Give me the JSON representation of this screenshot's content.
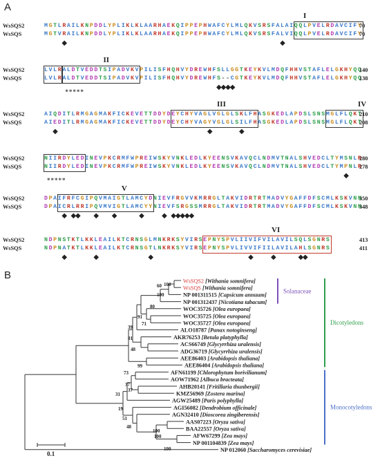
{
  "panels": {
    "a": "A",
    "b": "B"
  },
  "alignment": {
    "blocks": [
      {
        "motif_labels": [
          {
            "text": "I",
            "col": 54
          }
        ],
        "rows": [
          {
            "name": "WsSQS2",
            "seq": "MGTLRAILKNPDDLYPLIKLKLAARHAEKQIPPEPHWAFCYLMLQKVSRSFALAIQQLPVELRDAVCIFY",
            "num": "70"
          },
          {
            "name": "WsSQS",
            "seq": "MGTVRAILKNPDDLYPLIKLKLAARHAEKQIPPEPHWAFCYLMLQKVSRSFALVIQQLPVELRDAVCIFY",
            "num": "70"
          }
        ],
        "boxes": [
          {
            "start": 56,
            "end": 70
          }
        ],
        "diamonds": [
          5,
          53
        ],
        "stars": null
      },
      {
        "motif_labels": [
          {
            "text": "II",
            "col": 10
          }
        ],
        "rows": [
          {
            "name": "WsSQS2",
            "seq": "LVLRALDTVEDDTSIPADVKVPILISFHQHVYDREWHFSLLGGTKEYKVLMDQFHHVSTAFLELGKHYQQ",
            "num": "140"
          },
          {
            "name": "WsSQS",
            "seq": "LVLRALDTVEDDTSIPADVKVPILISFHQHVYDREWHFS--CGTKEYKVLMDQFHHVSTAFLELGKHYQQ",
            "num": "138"
          }
        ],
        "boxes": [
          {
            "start": 1,
            "end": 4
          },
          {
            "start": 5,
            "end": 21
          }
        ],
        "diamonds": [
          39,
          40,
          41,
          42
        ],
        "stars": {
          "col": 5,
          "text": "*****"
        }
      },
      {
        "motif_labels": [
          {
            "text": "III",
            "col": 35
          },
          {
            "text": "IV",
            "col": 66
          }
        ],
        "rows": [
          {
            "name": "WsSQS2",
            "seq": "AIQDITLRMGAGMAKFICKEVETTDDYDEYCHYVAGLVGLGLSKLFHASGKEDLAPDSLSNSMGLFLQKT",
            "num": "210"
          },
          {
            "name": "WsSQS",
            "seq": "AIEDITLRMGAGMAKFICKEVETTDDYDEYCHYVAGYVGLGLSILFHASGKEDLAPDSLSNSMGLFLQKT",
            "num": "208"
          }
        ],
        "boxes": [
          {
            "start": 29,
            "end": 47
          },
          {
            "start": 63,
            "end": 70
          }
        ],
        "diamonds": [
          3,
          37,
          44
        ],
        "stars": null
      },
      {
        "motif_labels": [],
        "rows": [
          {
            "name": "WsSQS2",
            "seq": "NIIRDYLEDINEVPKCRMFWPREIWSKYVNKLEDLKYEENSVKAVQCLNDMVTNALSHVEDCLTYMSNLR",
            "num": "280"
          },
          {
            "name": "WsSQS",
            "seq": "NIIRDYLEDINEVPKCRMFWPREIWSKYVNKLEDLKYEENSVKAVQCLNDMVTNALSHVEDCLTYMPNLR",
            "num": "278"
          }
        ],
        "boxes": [
          {
            "start": 1,
            "end": 9
          }
        ],
        "diamonds": [
          67
        ],
        "stars": {
          "col": 1,
          "text": "*****"
        }
      },
      {
        "motif_labels": [
          {
            "text": "V",
            "col": 14
          }
        ],
        "rows": [
          {
            "name": "WsSQS2",
            "seq": "DPAIFRFCGIPQVMAIGTLAMCYDNIEVFRGVVKMRRGLTAKVIDRTRTMADVYGAFFDFSCMLKSKVNN",
            "num": "350"
          },
          {
            "name": "WsSQS",
            "seq": "DPAICRLRRIPQVMVIGTLAMCYYNIEVFSRGSSMRRGLTAKVIDRTRTMADVYGAFFDFSCMLKSKVNN",
            "num": "348"
          }
        ],
        "boxes": [
          {
            "start": 4,
            "end": 24
          }
        ],
        "diamonds": [
          5,
          7,
          8,
          12,
          16,
          22,
          27,
          29,
          30,
          31,
          32,
          33
        ],
        "stars": null
      },
      {
        "motif_labels": [
          {
            "text": "VI",
            "col": 47
          }
        ],
        "rows": [
          {
            "name": "WsSQS2",
            "seq": "NDPNSTKTLKKLEAILKTCRNSGLMNKRKSYVIRSEPNYSPVLIIVIFVILAVILSQLSGNRS",
            "num": "413"
          },
          {
            "name": "WsSQS",
            "seq": "NDPNATKTLKKLEAILKTCRNSGTLNKRKSYVIRSEPNYSPVLIVVIFIILAVILAHLSGNRS",
            "num": "411"
          }
        ],
        "boxes": [
          {
            "start": 36,
            "end": 63
          }
        ],
        "diamonds": [
          5,
          12,
          24,
          46,
          51,
          57,
          58
        ],
        "stars": null
      }
    ]
  },
  "tree": {
    "scale_label": "0.1",
    "leaves": [
      {
        "acc": "WsSQS2",
        "species": "Withania somnifera",
        "highlight": true
      },
      {
        "acc": "WsSQS",
        "species": "Withania somnifera",
        "highlight": true
      },
      {
        "acc": "NP 001311515",
        "species": "Capsicum annuum",
        "highlight": false
      },
      {
        "acc": "NP 001312437",
        "species": "Nicotiana tabacum",
        "highlight": false
      },
      {
        "acc": "WOC35726",
        "species": "Olea europaea",
        "highlight": false
      },
      {
        "acc": "WOC35725",
        "species": "Olea europaea",
        "highlight": false
      },
      {
        "acc": "WOC35727",
        "species": "Olea europaea",
        "highlight": false
      },
      {
        "acc": "ALO18787",
        "species": "Panax notoginseng",
        "highlight": false
      },
      {
        "acc": "AKR76253",
        "species": "Betula platyphylla",
        "highlight": false
      },
      {
        "acc": "ACS66749",
        "species": "Glycyrrhiza uralensis",
        "highlight": false
      },
      {
        "acc": "ADG36719",
        "species": "Glycyrrhiza uralensis",
        "highlight": false
      },
      {
        "acc": "AEE86403",
        "species": "Arabidopsis thaliana",
        "highlight": false
      },
      {
        "acc": "AEE86404",
        "species": "Arabidopsis thaliana",
        "highlight": false
      },
      {
        "acc": "AFN61199",
        "species": "Chlorophytum borivilianum",
        "highlight": false
      },
      {
        "acc": "AOW71962",
        "species": "Albuca bracteata",
        "highlight": false
      },
      {
        "acc": "AHB20141",
        "species": "Fritillaria thunbergii",
        "highlight": false
      },
      {
        "acc": "KMZ56969",
        "species": "Zostera marina",
        "highlight": false
      },
      {
        "acc": "AGW25489",
        "species": "Paris polyphylla",
        "highlight": false
      },
      {
        "acc": "AGI56082",
        "species": "Dendrobium officinale",
        "highlight": false
      },
      {
        "acc": "AGN32410",
        "species": "Dioscorea zingiberensis",
        "highlight": false
      },
      {
        "acc": "AAS07223",
        "species": "Oryza sativa",
        "highlight": false
      },
      {
        "acc": "BAA22557",
        "species": "Oryza sativa",
        "highlight": false
      },
      {
        "acc": "AFW67299",
        "species": "Zea mays",
        "highlight": false
      },
      {
        "acc": "NP 001104839",
        "species": "Zea mays",
        "highlight": false
      },
      {
        "acc": "NP 012060",
        "species": "Saccharomyces cerevisiae",
        "highlight": false
      }
    ],
    "bootstraps": [
      "100",
      "60",
      "100",
      "80",
      "91",
      "71",
      "39",
      "81",
      "48",
      "99",
      "73",
      "37",
      "31",
      "37",
      "19",
      "51",
      "48",
      "100",
      "100",
      "100"
    ],
    "groups": [
      {
        "label": "Solanaceae",
        "color": "#7b4fb8"
      },
      {
        "label": "Dicotyledons",
        "color": "#2e9e4a"
      },
      {
        "label": "Monocotyledons",
        "color": "#4a6fc8"
      }
    ]
  },
  "colors": {
    "hydrophobic": "#3a78c8",
    "polar": "#2e9e4a",
    "negative": "#b23ab0",
    "positive": "#c0392b",
    "special": "#c98a1a",
    "glycine": "#c98a1a",
    "highlight": "#d63b3b"
  }
}
